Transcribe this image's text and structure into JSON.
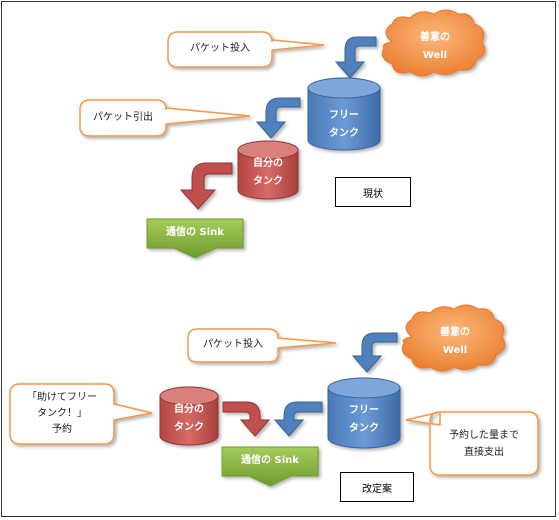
{
  "current": {
    "callout_input": "パケット投入",
    "cloud_line1": "善意の",
    "cloud_line2": "Well",
    "free_tank_line1": "フリー",
    "free_tank_line2": "タンク",
    "callout_output": "パケット引出",
    "own_tank_line1": "自分の",
    "own_tank_line2": "タンク",
    "sink": "通信の Sink",
    "caption": "現状"
  },
  "proposal": {
    "callout_input": "パケット投入",
    "cloud_line1": "善意の",
    "cloud_line2": "Well",
    "callout_help_line1": "「助けてフリー",
    "callout_help_line2": "タンク！」",
    "callout_help_line3": "予約",
    "own_tank_line1": "自分の",
    "own_tank_line2": "タンク",
    "free_tank_line1": "フリー",
    "free_tank_line2": "タンク",
    "callout_direct_line1": "予約した量まで",
    "callout_direct_line2": "直接支出",
    "sink": "通信の Sink",
    "caption": "改定案"
  },
  "colors": {
    "blue": "#4F81BD",
    "red": "#C0504D",
    "orange": "#F79646",
    "green": "#8DB844",
    "callout_border": "#F79646"
  }
}
